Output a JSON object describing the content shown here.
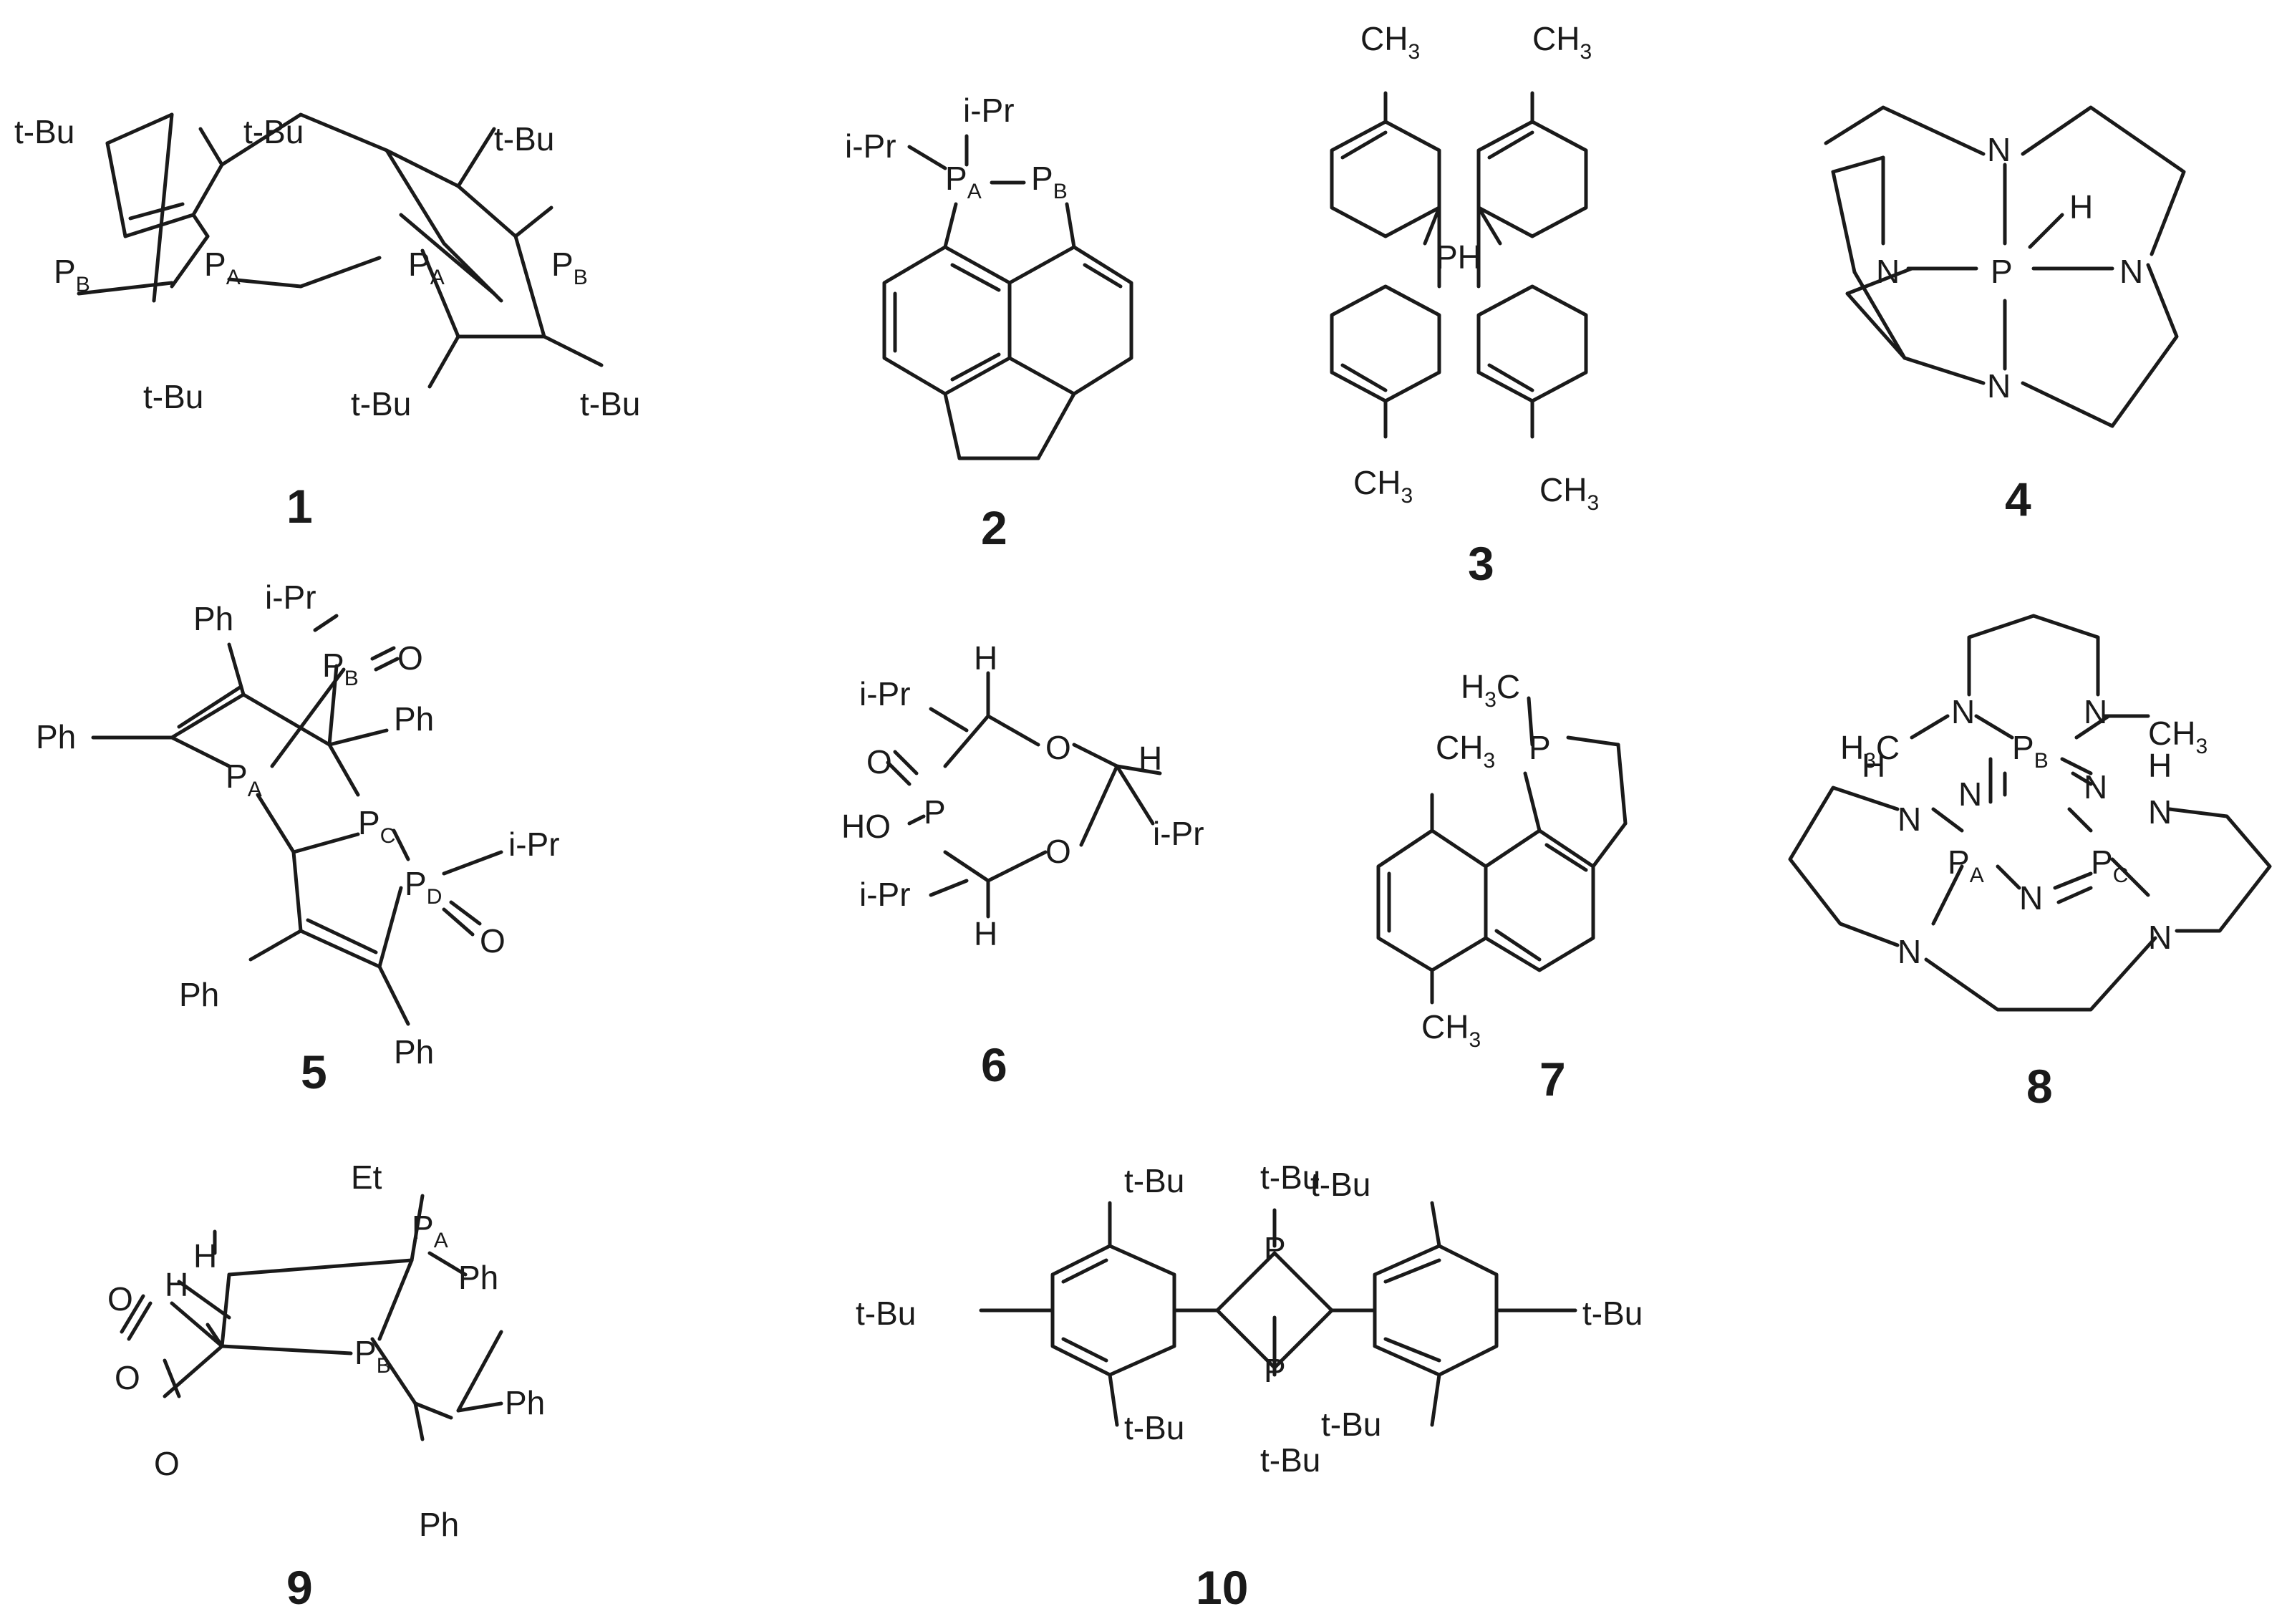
{
  "figure": {
    "compounds": [
      {
        "number": "1",
        "atoms": [
          "t-Bu",
          "t-Bu",
          "t-Bu",
          "t-Bu",
          "t-Bu",
          "t-Bu",
          "P",
          "B",
          "P",
          "A",
          "P",
          "A",
          "P",
          "B"
        ]
      },
      {
        "number": "2",
        "atoms": [
          "i-Pr",
          "i-Pr",
          "P",
          "A",
          "P",
          "B"
        ]
      },
      {
        "number": "3",
        "atoms": [
          "CH",
          "3",
          "CH",
          "3",
          "CH",
          "3",
          "CH",
          "3",
          "PH"
        ]
      },
      {
        "number": "4",
        "atoms": [
          "N",
          "N",
          "N",
          "N",
          "P",
          "H"
        ]
      },
      {
        "number": "5",
        "atoms": [
          "Ph",
          "Ph",
          "Ph",
          "Ph",
          "Ph",
          "i-Pr",
          "i-Pr",
          "P",
          "B",
          "O",
          "P",
          "A",
          "P",
          "C",
          "P",
          "D",
          "O"
        ]
      },
      {
        "number": "6",
        "atoms": [
          "i-Pr",
          "i-Pr",
          "i-Pr",
          "H",
          "H",
          "H",
          "O",
          "O",
          "O",
          "P",
          "HO"
        ]
      },
      {
        "number": "7",
        "atoms": [
          "H",
          "3",
          "C",
          "P",
          "CH",
          "3",
          "CH",
          "3"
        ]
      },
      {
        "number": "8",
        "atoms": [
          "N",
          "N",
          "H",
          "3",
          "C",
          "CH",
          "3",
          "P",
          "B",
          "N",
          "N",
          "H",
          "N",
          "H",
          "N",
          "P",
          "A",
          "N",
          "P",
          "C",
          "N",
          "N"
        ]
      },
      {
        "number": "9",
        "atoms": [
          "Et",
          "P",
          "A",
          "Ph",
          "H",
          "H",
          "O",
          "O",
          "O",
          "P",
          "B",
          "Ph",
          "Ph"
        ]
      },
      {
        "number": "10",
        "atoms": [
          "t-Bu",
          "t-Bu",
          "t-Bu",
          "t-Bu",
          "t-Bu",
          "t-Bu",
          "t-Bu",
          "t-Bu",
          "P",
          "P"
        ]
      }
    ]
  }
}
